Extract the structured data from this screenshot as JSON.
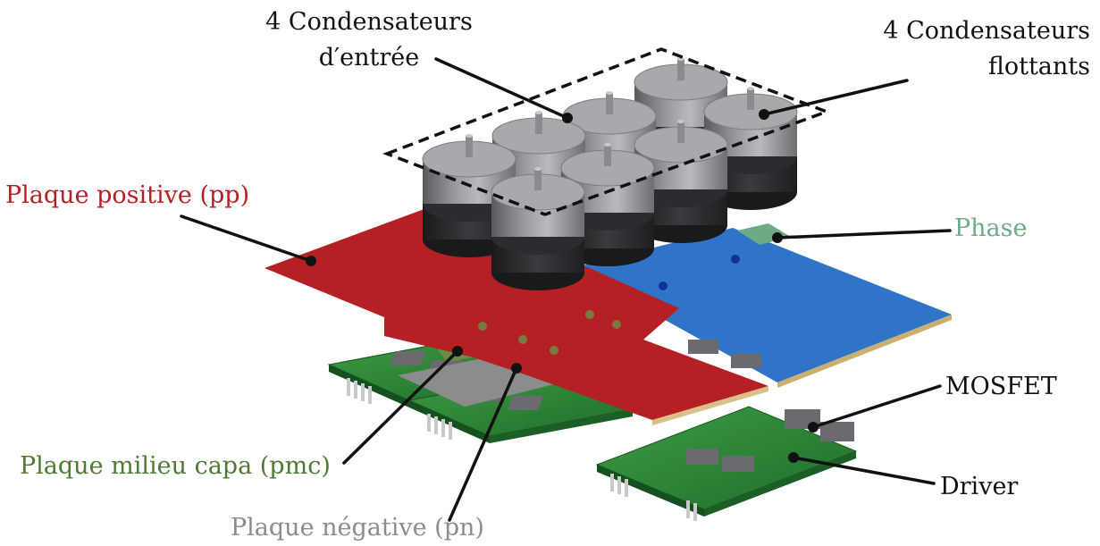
{
  "labels": {
    "input_caps_line1": "4 Condensateurs",
    "input_caps_line2": "d′entrée",
    "floating_caps_line1": "4 Condensateurs",
    "floating_caps_line2": "flottants",
    "positive_plate": "Plaque positive (pp)",
    "phase": "Phase",
    "mosfet": "MOSFET",
    "driver": "Driver",
    "middle_plate": "Plaque milieu capa (pmc)",
    "negative_plate": "Plaque négative (pn)"
  },
  "colors": {
    "positive_plate": "#b52025",
    "negative_plate": "#8c8c8c",
    "middle_plate": "#4f7a35",
    "phase": "#6cab86",
    "phase_plate": "#2f74c6",
    "pcb": "#2f8a3a",
    "text": "#111111"
  }
}
